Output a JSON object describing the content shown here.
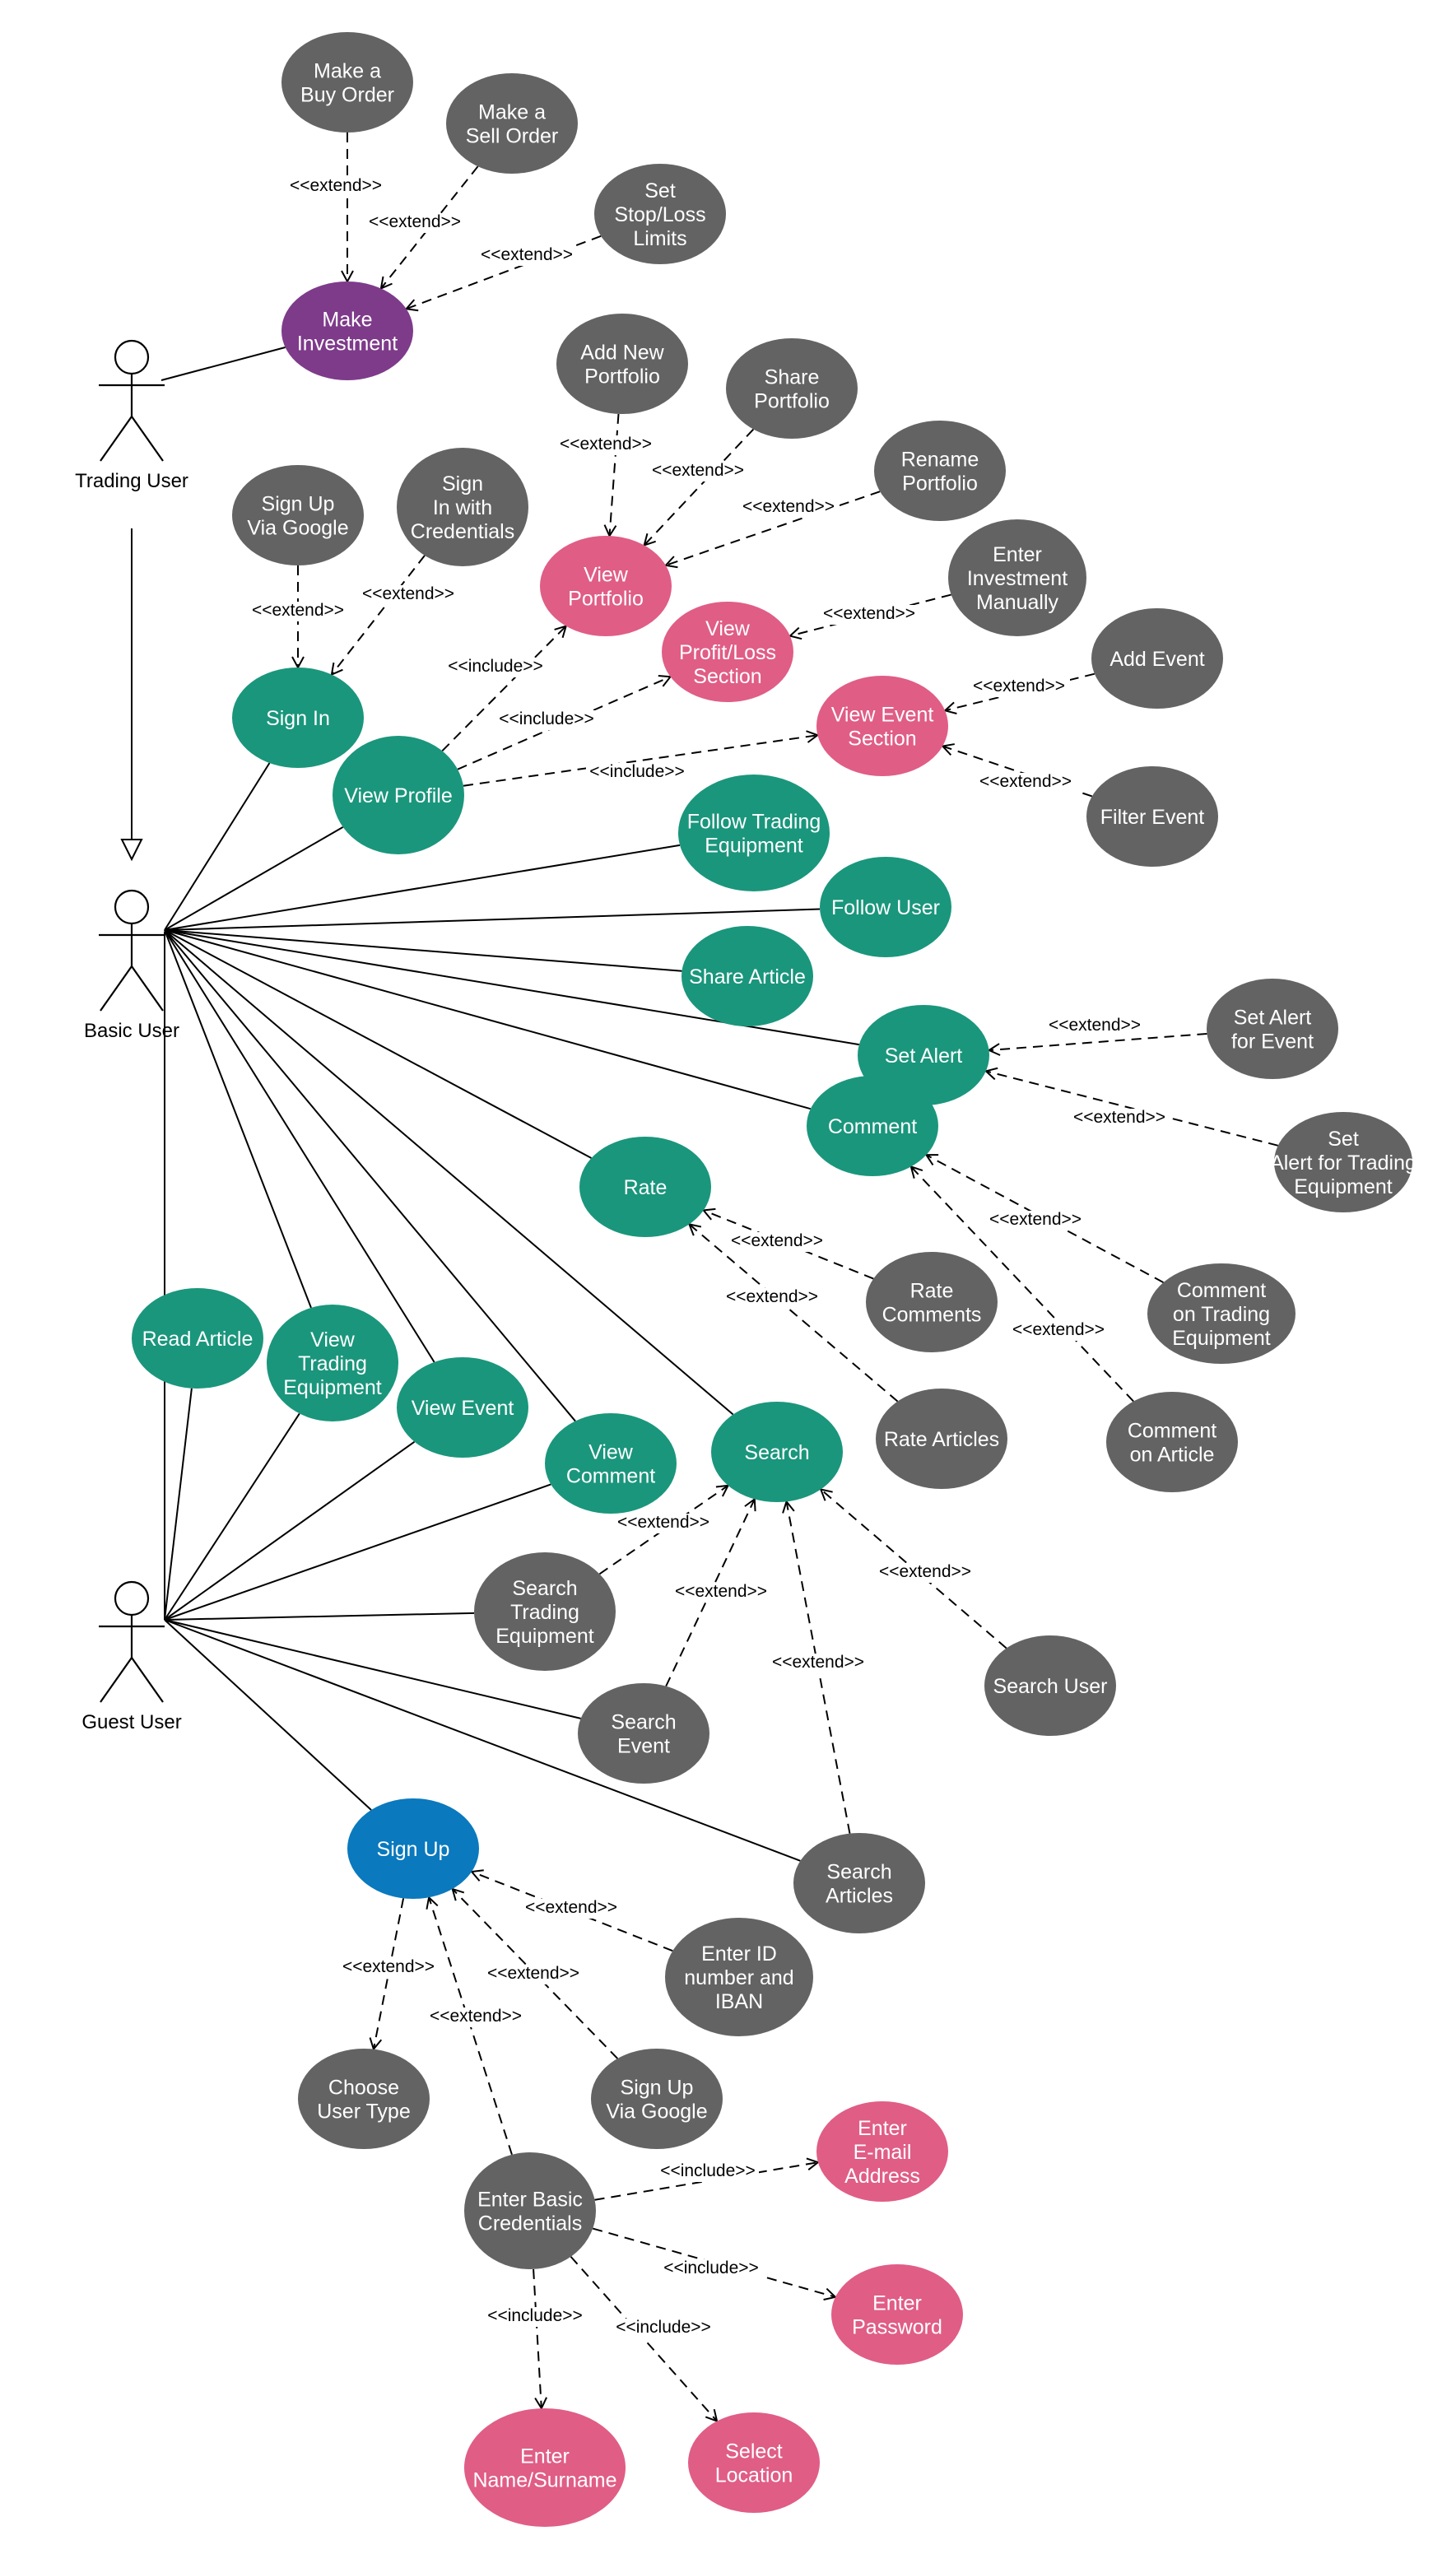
{
  "colors": {
    "gray": "#636363",
    "green": "#1a967c",
    "pink": "#e05d86",
    "purple": "#7e3b8a",
    "blue": "#0a79be"
  },
  "actors": [
    {
      "id": "trading",
      "label": "Trading User"
    },
    {
      "id": "basic",
      "label": "Basic User"
    },
    {
      "id": "guest",
      "label": "Guest User"
    }
  ],
  "use_cases": [
    {
      "id": "buy",
      "lines": [
        "Make a",
        "Buy Order"
      ],
      "color": "gray"
    },
    {
      "id": "sell",
      "lines": [
        "Make a",
        "Sell Order"
      ],
      "color": "gray"
    },
    {
      "id": "stoploss",
      "lines": [
        "Set",
        "Stop/Loss",
        "Limits"
      ],
      "color": "gray"
    },
    {
      "id": "invest",
      "lines": [
        "Make",
        "Investment"
      ],
      "color": "purple"
    },
    {
      "id": "addportfolio",
      "lines": [
        "Add New",
        "Portfolio"
      ],
      "color": "gray"
    },
    {
      "id": "shareportfolio",
      "lines": [
        "Share",
        "Portfolio"
      ],
      "color": "gray"
    },
    {
      "id": "renameportfolio",
      "lines": [
        "Rename",
        "Portfolio"
      ],
      "color": "gray"
    },
    {
      "id": "viewportfolio",
      "lines": [
        "View",
        "Portfolio"
      ],
      "color": "pink"
    },
    {
      "id": "signupgoogle1",
      "lines": [
        "Sign Up",
        "Via Google"
      ],
      "color": "gray"
    },
    {
      "id": "signincred",
      "lines": [
        "Sign",
        "In with",
        "Credentials"
      ],
      "color": "gray"
    },
    {
      "id": "entermanual",
      "lines": [
        "Enter",
        "Investment",
        "Manually"
      ],
      "color": "gray"
    },
    {
      "id": "profitloss",
      "lines": [
        "View",
        "Profit/Loss",
        "Section"
      ],
      "color": "pink"
    },
    {
      "id": "signin",
      "lines": [
        "Sign In"
      ],
      "color": "green"
    },
    {
      "id": "addevent",
      "lines": [
        "Add Event"
      ],
      "color": "gray"
    },
    {
      "id": "vieweventsection",
      "lines": [
        "View Event",
        "Section"
      ],
      "color": "pink"
    },
    {
      "id": "viewprofile",
      "lines": [
        "View Profile"
      ],
      "color": "green"
    },
    {
      "id": "filterevent",
      "lines": [
        "Filter Event"
      ],
      "color": "gray"
    },
    {
      "id": "followtrading",
      "lines": [
        "Follow Trading",
        "Equipment"
      ],
      "color": "green"
    },
    {
      "id": "followuser",
      "lines": [
        "Follow User"
      ],
      "color": "green"
    },
    {
      "id": "sharearticle",
      "lines": [
        "Share Article"
      ],
      "color": "green"
    },
    {
      "id": "alertevent",
      "lines": [
        "Set Alert",
        "for Event"
      ],
      "color": "gray"
    },
    {
      "id": "setalert",
      "lines": [
        "Set Alert"
      ],
      "color": "green"
    },
    {
      "id": "comment",
      "lines": [
        "Comment"
      ],
      "color": "green"
    },
    {
      "id": "alerttrading",
      "lines": [
        "Set",
        "Alert for Trading",
        "Equipment"
      ],
      "color": "gray"
    },
    {
      "id": "rate",
      "lines": [
        "Rate"
      ],
      "color": "green"
    },
    {
      "id": "ratecomments",
      "lines": [
        "Rate",
        "Comments"
      ],
      "color": "gray"
    },
    {
      "id": "commenttrading",
      "lines": [
        "Comment",
        "on Trading",
        "Equipment"
      ],
      "color": "gray"
    },
    {
      "id": "readarticle",
      "lines": [
        "Read Article"
      ],
      "color": "green"
    },
    {
      "id": "viewtrading",
      "lines": [
        "View",
        "Trading",
        "Equipment"
      ],
      "color": "green"
    },
    {
      "id": "viewevent",
      "lines": [
        "View Event"
      ],
      "color": "green"
    },
    {
      "id": "ratearticles",
      "lines": [
        "Rate Articles"
      ],
      "color": "gray"
    },
    {
      "id": "commentarticle",
      "lines": [
        "Comment",
        "on Article"
      ],
      "color": "gray"
    },
    {
      "id": "viewcomment",
      "lines": [
        "View",
        "Comment"
      ],
      "color": "green"
    },
    {
      "id": "search",
      "lines": [
        "Search"
      ],
      "color": "green"
    },
    {
      "id": "searchtrading",
      "lines": [
        "Search",
        "Trading",
        "Equipment"
      ],
      "color": "gray"
    },
    {
      "id": "searchuser",
      "lines": [
        "Search User"
      ],
      "color": "gray"
    },
    {
      "id": "searchevent",
      "lines": [
        "Search",
        "Event"
      ],
      "color": "gray"
    },
    {
      "id": "signup",
      "lines": [
        "Sign Up"
      ],
      "color": "blue"
    },
    {
      "id": "searcharticles",
      "lines": [
        "Search",
        "Articles"
      ],
      "color": "gray"
    },
    {
      "id": "enterid",
      "lines": [
        "Enter ID",
        "number and",
        "IBAN"
      ],
      "color": "gray"
    },
    {
      "id": "choosetype",
      "lines": [
        "Choose",
        "User Type"
      ],
      "color": "gray"
    },
    {
      "id": "signupgoogle2",
      "lines": [
        "Sign Up",
        "Via Google"
      ],
      "color": "gray"
    },
    {
      "id": "enteremail",
      "lines": [
        "Enter",
        "E-mail",
        "Address"
      ],
      "color": "pink"
    },
    {
      "id": "basiccred",
      "lines": [
        "Enter Basic",
        "Credentials"
      ],
      "color": "gray"
    },
    {
      "id": "enterpassword",
      "lines": [
        "Enter",
        "Password"
      ],
      "color": "pink"
    },
    {
      "id": "entername",
      "lines": [
        "Enter",
        "Name/Surname"
      ],
      "color": "pink"
    },
    {
      "id": "selectlocation",
      "lines": [
        "Select",
        "Location"
      ],
      "color": "pink"
    }
  ],
  "relations": [
    {
      "from": "buy",
      "to": "invest",
      "type": "extend",
      "label": "<<extend>>"
    },
    {
      "from": "sell",
      "to": "invest",
      "type": "extend",
      "label": "<<extend>>"
    },
    {
      "from": "stoploss",
      "to": "invest",
      "type": "extend",
      "label": "<<extend>>"
    },
    {
      "from": "addportfolio",
      "to": "viewportfolio",
      "type": "extend",
      "label": "<<extend>>"
    },
    {
      "from": "shareportfolio",
      "to": "viewportfolio",
      "type": "extend",
      "label": "<<extend>>"
    },
    {
      "from": "renameportfolio",
      "to": "viewportfolio",
      "type": "extend",
      "label": "<<extend>>"
    },
    {
      "from": "signupgoogle1",
      "to": "signin",
      "type": "extend",
      "label": "<<extend>>"
    },
    {
      "from": "signincred",
      "to": "signin",
      "type": "extend",
      "label": "<<extend>>"
    },
    {
      "from": "entermanual",
      "to": "profitloss",
      "type": "extend",
      "label": "<<extend>>"
    },
    {
      "from": "addevent",
      "to": "vieweventsection",
      "type": "extend",
      "label": "<<extend>>"
    },
    {
      "from": "filterevent",
      "to": "vieweventsection",
      "type": "extend",
      "label": "<<extend>>"
    },
    {
      "from": "viewprofile",
      "to": "viewportfolio",
      "type": "include",
      "label": "<<include>>"
    },
    {
      "from": "viewprofile",
      "to": "profitloss",
      "type": "include",
      "label": "<<include>>"
    },
    {
      "from": "viewprofile",
      "to": "vieweventsection",
      "type": "include",
      "label": "<<include>>"
    },
    {
      "from": "alertevent",
      "to": "setalert",
      "type": "extend",
      "label": "<<extend>>"
    },
    {
      "from": "alerttrading",
      "to": "setalert",
      "type": "extend",
      "label": "<<extend>>"
    },
    {
      "from": "commenttrading",
      "to": "comment",
      "type": "extend",
      "label": "<<extend>>"
    },
    {
      "from": "commentarticle",
      "to": "comment",
      "type": "extend",
      "label": "<<extend>>"
    },
    {
      "from": "ratecomments",
      "to": "rate",
      "type": "extend",
      "label": "<<extend>>"
    },
    {
      "from": "ratearticles",
      "to": "rate",
      "type": "extend",
      "label": "<<extend>>"
    },
    {
      "from": "searchtrading",
      "to": "search",
      "type": "extend",
      "label": "<<extend>>"
    },
    {
      "from": "searchevent",
      "to": "search",
      "type": "extend",
      "label": "<<extend>>"
    },
    {
      "from": "searcharticles",
      "to": "search",
      "type": "extend",
      "label": "<<extend>>"
    },
    {
      "from": "searchuser",
      "to": "search",
      "type": "extend",
      "label": "<<extend>>"
    },
    {
      "from": "enterid",
      "to": "signup",
      "type": "extend",
      "label": "<<extend>>"
    },
    {
      "from": "signupgoogle2",
      "to": "signup",
      "type": "extend",
      "label": "<<extend>>"
    },
    {
      "from": "choosetype",
      "to": "signup",
      "type": "extend",
      "label": "<<extend>>",
      "arrow_at": "from"
    },
    {
      "from": "basiccred",
      "to": "signup",
      "type": "extend",
      "label": "<<extend>>"
    },
    {
      "from": "basiccred",
      "to": "enteremail",
      "type": "include",
      "label": "<<include>>"
    },
    {
      "from": "basiccred",
      "to": "enterpassword",
      "type": "include",
      "label": "<<include>>"
    },
    {
      "from": "basiccred",
      "to": "entername",
      "type": "include",
      "label": "<<include>>"
    },
    {
      "from": "basiccred",
      "to": "selectlocation",
      "type": "include",
      "label": "<<include>>"
    }
  ],
  "associations": [
    {
      "actor": "trading",
      "use_case": "invest"
    },
    {
      "actor": "basic",
      "use_case": "signin"
    },
    {
      "actor": "basic",
      "use_case": "viewprofile"
    },
    {
      "actor": "basic",
      "use_case": "followtrading"
    },
    {
      "actor": "basic",
      "use_case": "followuser"
    },
    {
      "actor": "basic",
      "use_case": "sharearticle"
    },
    {
      "actor": "basic",
      "use_case": "setalert"
    },
    {
      "actor": "basic",
      "use_case": "comment"
    },
    {
      "actor": "basic",
      "use_case": "rate"
    },
    {
      "actor": "basic",
      "use_case": "search"
    },
    {
      "actor": "basic",
      "use_case": "viewcomment"
    },
    {
      "actor": "basic",
      "use_case": "viewevent"
    },
    {
      "actor": "basic",
      "use_case": "viewtrading"
    },
    {
      "actor": "guest",
      "use_case": "readarticle"
    },
    {
      "actor": "guest",
      "use_case": "viewtrading"
    },
    {
      "actor": "guest",
      "use_case": "viewevent"
    },
    {
      "actor": "guest",
      "use_case": "viewcomment"
    },
    {
      "actor": "guest",
      "use_case": "searchtrading"
    },
    {
      "actor": "guest",
      "use_case": "searchevent"
    },
    {
      "actor": "guest",
      "use_case": "searcharticles"
    },
    {
      "actor": "guest",
      "use_case": "signup"
    }
  ],
  "generalizations": [
    {
      "child": "trading",
      "parent": "basic"
    },
    {
      "child": "basic",
      "parent": "guest"
    }
  ]
}
